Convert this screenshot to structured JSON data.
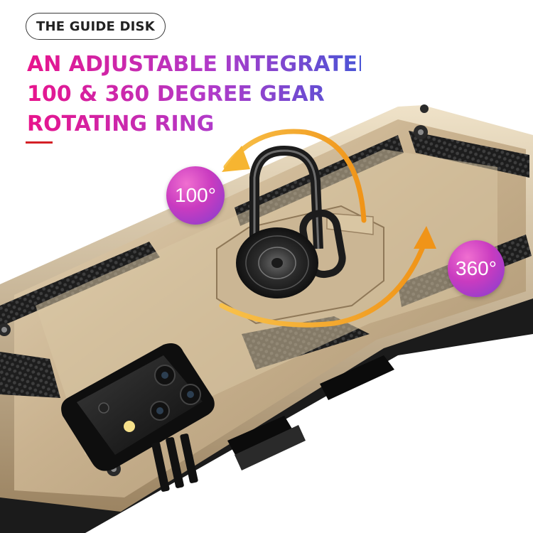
{
  "tag": {
    "label": "THE GUIDE DISK"
  },
  "headline": {
    "line1": "AN ADJUSTABLE INTEGRATED",
    "line2": "100 & 360 DEGREE GEAR",
    "line3": "ROTATING RING"
  },
  "badges": {
    "small": "100°",
    "large": "360°"
  },
  "colors": {
    "case_gold": "#c8b392",
    "gradient_pink": "#e8148c",
    "gradient_purple": "#b13ac9",
    "gradient_blue": "#4a55d6",
    "arrow_orange": "#f4a11c",
    "accent_red": "#d41f26"
  }
}
